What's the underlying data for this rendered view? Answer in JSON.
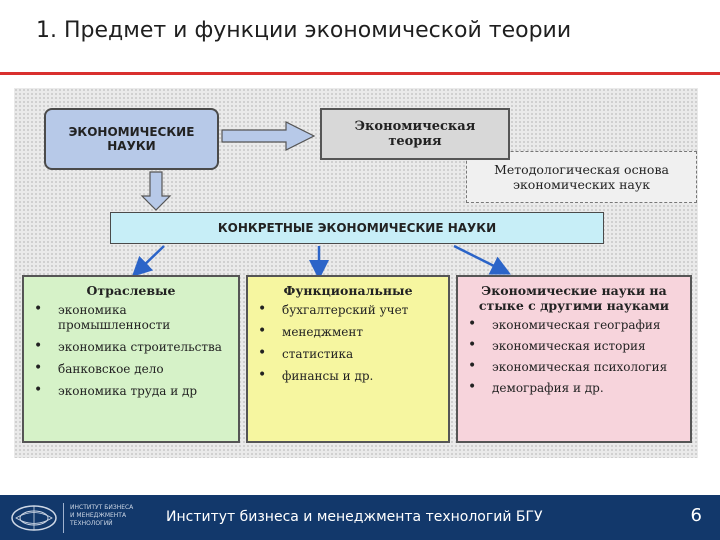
{
  "title": "1. Предмет и функции экономической теории",
  "diagram": {
    "economic_sciences": "ЭКОНОМИЧЕСКИЕ\nНАУКИ",
    "economic_theory": "Экономическая\nтеория",
    "methodological_basis": "Методологическая основа\nэкономических наук",
    "concrete_sciences": "КОНКРЕТНЫЕ ЭКОНОМИЧЕСКИЕ НАУКИ",
    "columns": [
      {
        "heading": "Отраслевые",
        "items": [
          "экономика промышленности",
          "экономика строительства",
          "банковское дело",
          "экономика труда и др"
        ]
      },
      {
        "heading": "Функциональные",
        "items": [
          "бухгалтерский учет",
          "менеджмент",
          "статистика",
          "финансы и др."
        ]
      },
      {
        "heading": "Экономические науки на стыке с другими науками",
        "items": [
          "экономическая география",
          "экономическая история",
          "экономическая психология",
          "демография и др."
        ]
      }
    ],
    "colors": {
      "economic_sciences_box": "#b7c9e8",
      "concrete_box": "#c7eef7",
      "sectoral_box": "#d6f2c8",
      "functional_box": "#f6f6a0",
      "interdisciplinary_box": "#f7d4dc",
      "arrow": "#2b64c8"
    }
  },
  "footer": {
    "logo_text": "ИНСТИТУТ БИЗНЕСА\nИ МЕНЕДЖМЕНТА\nТЕХНОЛОГИЙ",
    "institute": "Институт бизнеса и менеджмента технологий БГУ",
    "page_number": "6"
  }
}
